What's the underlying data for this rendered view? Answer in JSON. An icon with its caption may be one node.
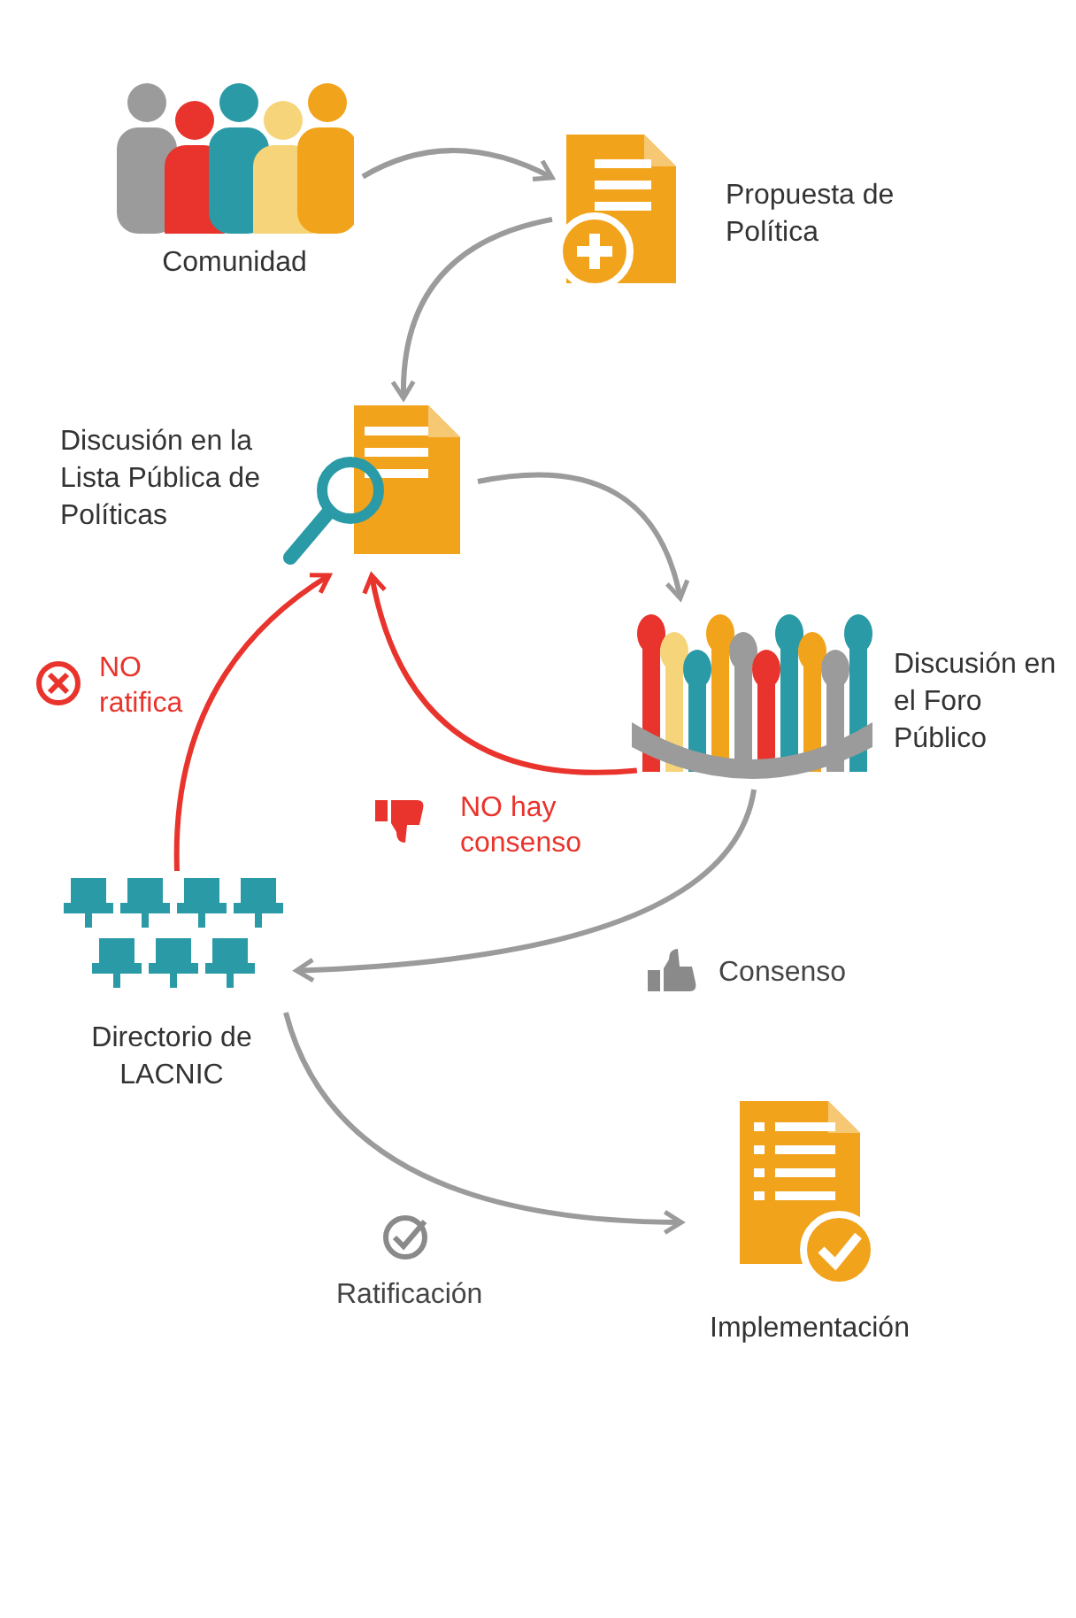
{
  "diagram": {
    "nodes": [
      {
        "text": [
          "Comunidad"
        ]
      },
      {
        "text": [
          "Propuesta de Política"
        ]
      },
      {
        "text": [
          "Discusión en la Lista Pública de Políticas"
        ]
      },
      {
        "text": [
          "Discusión en el Foro Público"
        ]
      },
      {
        "text": [
          "Directorio de LACNIC"
        ]
      },
      {
        "text": [
          "Implementación"
        ]
      }
    ],
    "edges": [
      {
        "from": 0,
        "to": 1,
        "arrow": "to"
      },
      {
        "from": 1,
        "to": 2,
        "arrow": "to"
      },
      {
        "from": 2,
        "to": 3,
        "arrow": "to"
      },
      {
        "from": 3,
        "to": 2,
        "arrow": "to",
        "label": "NO hay consenso",
        "color": "#e8342c"
      },
      {
        "from": 3,
        "to": 4,
        "arrow": "to",
        "label": "Consenso"
      },
      {
        "from": 4,
        "to": 2,
        "arrow": "to",
        "label": "NO ratifica",
        "color": "#e8342c"
      },
      {
        "from": 4,
        "to": 5,
        "arrow": "to",
        "label": "Ratificación"
      }
    ]
  }
}
